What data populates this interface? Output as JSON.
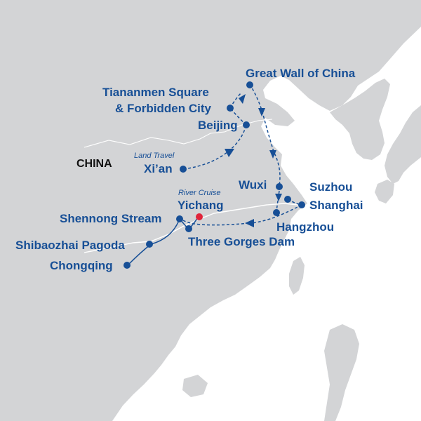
{
  "colors": {
    "land": "#d3d4d6",
    "water": "#ffffff",
    "route": "#174f96",
    "stop_marker": "#174f96",
    "start_marker": "#e0243a",
    "label": "#174f96"
  },
  "country_label": "CHINA",
  "segment_labels": {
    "land_travel": "Land Travel",
    "river_cruise": "River Cruise"
  },
  "stops": [
    {
      "name": "Great Wall of China"
    },
    {
      "name": "Tiananmen Square"
    },
    {
      "name": "& Forbidden City"
    },
    {
      "name": "Beijing"
    },
    {
      "name": "Xi’an"
    },
    {
      "name": "Wuxi"
    },
    {
      "name": "Suzhou"
    },
    {
      "name": "Shanghai"
    },
    {
      "name": "Hangzhou"
    },
    {
      "name": "Yichang"
    },
    {
      "name": "Shennong Stream"
    },
    {
      "name": "Three Gorges Dam"
    },
    {
      "name": "Shibaozhai Pagoda"
    },
    {
      "name": "Chongqing"
    }
  ]
}
